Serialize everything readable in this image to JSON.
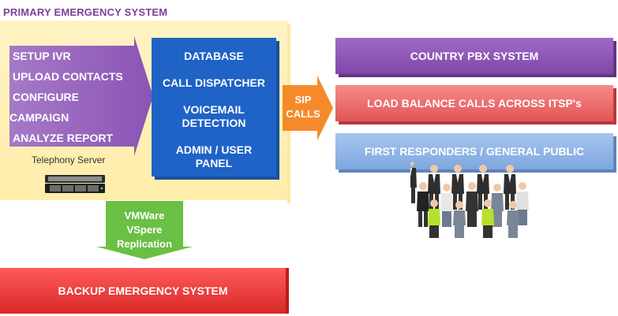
{
  "primary": {
    "title": "PRIMARY EMERGENCY SYSTEM"
  },
  "ivr_menu": {
    "items": [
      "SETUP IVR",
      "UPLOAD CONTACTS",
      "CONFIGURE",
      "CAMPAIGN",
      "ANALYZE REPORT"
    ]
  },
  "telephony": {
    "label": "Telephony Server",
    "icon": "server-icon"
  },
  "dispatcher": {
    "items": [
      "DATABASE",
      "CALL DISPATCHER",
      "VOICEMAIL\nDETECTION",
      "ADMIN / USER\nPANEL"
    ]
  },
  "sip": {
    "line1": "SIP",
    "line2": "CALLS"
  },
  "targets": {
    "pbx": "COUNTRY PBX SYSTEM",
    "load_balance": "LOAD BALANCE CALLS ACROSS ITSP's",
    "first_responders": "FIRST RESPONDERS / GENERAL PUBLIC"
  },
  "crowd": {
    "icon": "crowd-icon"
  },
  "replication": {
    "line1": "VMWare",
    "line2": "VSpere",
    "line3": "Replication"
  },
  "backup": {
    "title": "BACKUP EMERGENCY SYSTEM"
  },
  "colors": {
    "purple": "#8e58b8",
    "blue": "#1f63c7",
    "orange": "#f58a2a",
    "green": "#6abf45",
    "red": "#e53535",
    "yellow_panel": "#fff0b5"
  }
}
